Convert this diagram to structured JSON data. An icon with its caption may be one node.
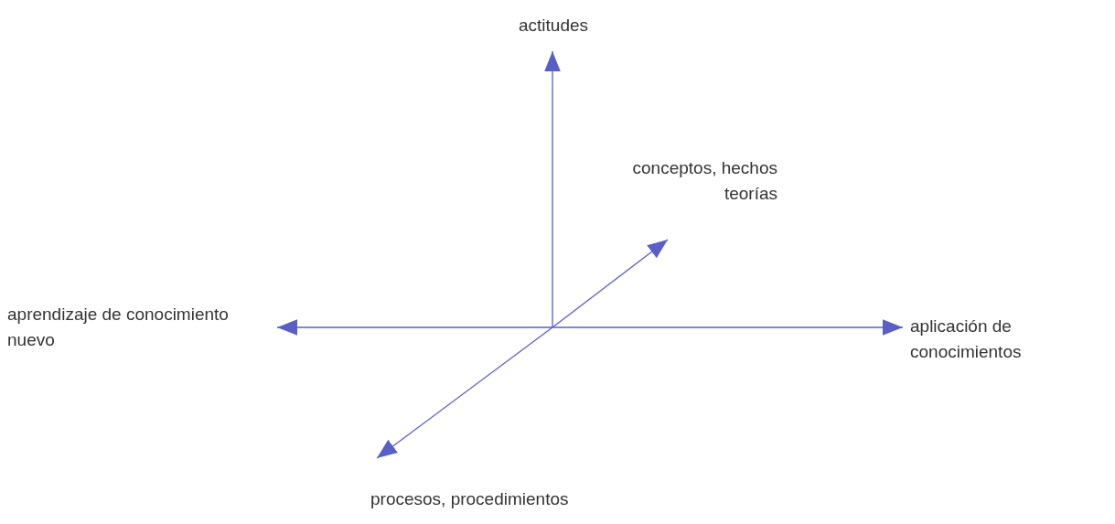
{
  "diagram": {
    "nodes": [
      {
        "text": [
          "actitudes"
        ]
      },
      {
        "text": [
          "conceptos, hechos teorías"
        ]
      },
      {
        "text": [
          "aprendizaje de conocimiento nuevo"
        ]
      },
      {
        "text": [
          "aplicación de conocimientos"
        ]
      },
      {
        "text": [
          "procesos, procedimientos"
        ]
      }
    ],
    "edges": [
      {
        "from": null,
        "to": 0,
        "arrow": "to"
      },
      {
        "from": null,
        "to": 1,
        "arrow": "to"
      },
      {
        "from": null,
        "to": 2,
        "arrow": "to"
      },
      {
        "from": null,
        "to": 3,
        "arrow": "to"
      },
      {
        "from": null,
        "to": 4,
        "arrow": "to"
      }
    ]
  }
}
